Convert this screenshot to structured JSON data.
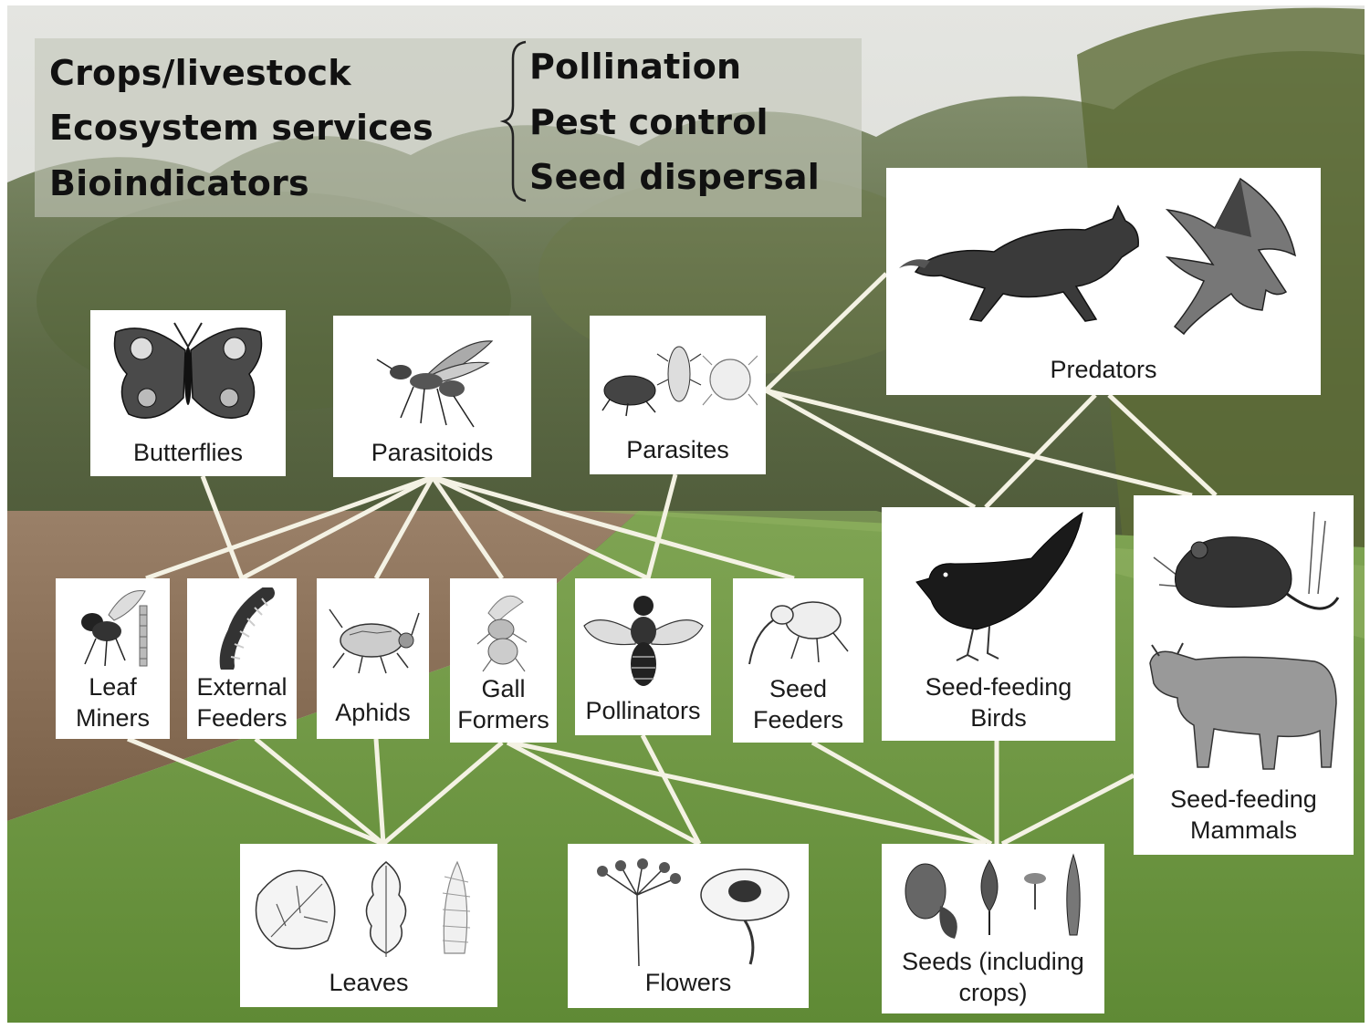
{
  "info": {
    "left_items": [
      "Crops/livestock",
      "Ecosystem services",
      "Bioindicators"
    ],
    "right_items": [
      "Pollination",
      "Pest control",
      "Seed dispersal"
    ]
  },
  "nodes": {
    "butterflies": {
      "label": "Butterflies",
      "icon": "butterfly-icon"
    },
    "parasitoids": {
      "label": "Parasitoids",
      "icon": "wasp-icon"
    },
    "parasites": {
      "label": "Parasites",
      "icon": "mite-icon"
    },
    "predators": {
      "label": "Predators",
      "icon": "fox-and-hawk-icon"
    },
    "leaf_miners": {
      "label_1": "Leaf",
      "label_2": "Miners",
      "icon": "fly-icon"
    },
    "external_feeders": {
      "label_1": "External",
      "label_2": "Feeders",
      "icon": "caterpillar-icon"
    },
    "aphids": {
      "label": "Aphids",
      "icon": "aphid-icon"
    },
    "gall_formers": {
      "label_1": "Gall",
      "label_2": "Formers",
      "icon": "gall-wasp-icon"
    },
    "pollinators": {
      "label": "Pollinators",
      "icon": "bee-icon"
    },
    "seed_feeders": {
      "label_1": "Seed",
      "label_2": "Feeders",
      "icon": "weevil-icon"
    },
    "seed_feeding_birds": {
      "label_1": "Seed-feeding",
      "label_2": "Birds",
      "icon": "bird-icon"
    },
    "seed_feeding_mammals": {
      "label_1": "Seed-feeding",
      "label_2": "Mammals",
      "icon": "mouse-and-cow-icon"
    },
    "leaves": {
      "label": "Leaves",
      "icon": "leaves-icon"
    },
    "flowers": {
      "label": "Flowers",
      "icon": "flowers-icon"
    },
    "seeds": {
      "label_1": "Seeds  (including",
      "label_2": "crops)",
      "icon": "seeds-icon"
    }
  },
  "links": [
    [
      "butterflies",
      "external_feeders"
    ],
    [
      "parasitoids",
      "leaf_miners"
    ],
    [
      "parasitoids",
      "external_feeders"
    ],
    [
      "parasitoids",
      "aphids"
    ],
    [
      "parasitoids",
      "gall_formers"
    ],
    [
      "parasitoids",
      "pollinators"
    ],
    [
      "parasitoids",
      "seed_feeders"
    ],
    [
      "parasites",
      "pollinators"
    ],
    [
      "parasites",
      "predators"
    ],
    [
      "parasites",
      "seed_feeding_birds"
    ],
    [
      "parasites",
      "seed_feeding_mammals"
    ],
    [
      "predators",
      "seed_feeding_birds"
    ],
    [
      "predators",
      "seed_feeding_mammals"
    ],
    [
      "leaf_miners",
      "leaves"
    ],
    [
      "external_feeders",
      "leaves"
    ],
    [
      "aphids",
      "leaves"
    ],
    [
      "gall_formers",
      "leaves"
    ],
    [
      "gall_formers",
      "flowers"
    ],
    [
      "gall_formers",
      "seeds"
    ],
    [
      "pollinators",
      "flowers"
    ],
    [
      "seed_feeders",
      "seeds"
    ],
    [
      "seed_feeding_birds",
      "seeds"
    ],
    [
      "seed_feeding_mammals",
      "seeds"
    ]
  ],
  "colors": {
    "link": "#f4f2e4",
    "grass": "#6f9a45",
    "field": "#8b6f55",
    "trees": "#4f5f36",
    "sky": "#dcdcd6"
  }
}
